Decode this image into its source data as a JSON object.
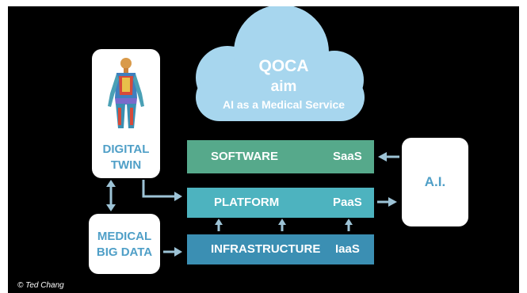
{
  "cloud": {
    "title": "QOCA",
    "subtitle": "aim",
    "tagline": "AI as a Medical Service"
  },
  "digital_twin": {
    "line1": "DIGITAL",
    "line2": "TWIN",
    "figure_icon": "human-body-anatomy-figure"
  },
  "medical_big_data": {
    "line1": "MEDICAL",
    "line2": "BIG DATA"
  },
  "layers": {
    "software": {
      "label": "SOFTWARE",
      "tag": "SaaS",
      "color": "#56a98b"
    },
    "platform": {
      "label": "PLATFORM",
      "tag": "PaaS",
      "color": "#4db3bf"
    },
    "infrastructure": {
      "label": "INFRASTRUCTURE",
      "tag": "IaaS",
      "color": "#3b8fb3"
    }
  },
  "ai": {
    "label": "A.I."
  },
  "credit": "© Ted Chang",
  "colors": {
    "background": "#000000",
    "cloud": "#a7d6ee",
    "arrow": "#9dc3d6",
    "label_blue": "#4f9fc7"
  }
}
